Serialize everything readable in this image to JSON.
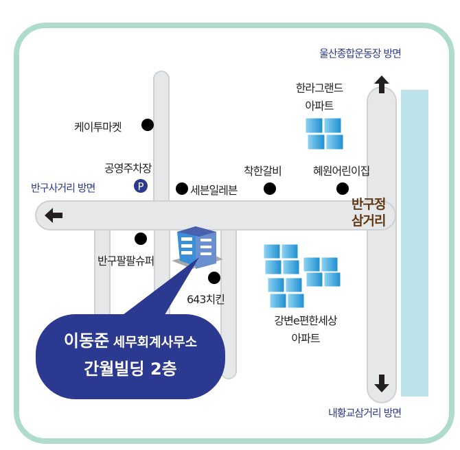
{
  "directions": {
    "north": "울산종합운동장 방면",
    "west": "반구사거리 방면",
    "south": "내황교삼거리 방면"
  },
  "intersection": [
    "반구정",
    "삼거리"
  ],
  "landmarks": {
    "kt_market": "케이투마켓",
    "parking": "공영주차장",
    "parking_symbol": "P",
    "seven_eleven": "세븐일레븐",
    "galbi": "착한갈비",
    "daycare": "혜원어린이집",
    "halla": [
      "한라그랜드",
      "아파트"
    ],
    "super": "반구팔팔슈퍼",
    "chicken": "643치킨",
    "gangbyeon": [
      "강변e편한세상",
      "아파트"
    ]
  },
  "office": {
    "name": "이동준",
    "type": "세무회계사무소",
    "building": "간월빌딩 2층"
  },
  "colors": {
    "frame": "#aedccb",
    "road": "#e6e7e8",
    "river": "#bde3ea",
    "bubble": "#2b3990",
    "direction": "#2b3990",
    "intersection": "#603913"
  }
}
